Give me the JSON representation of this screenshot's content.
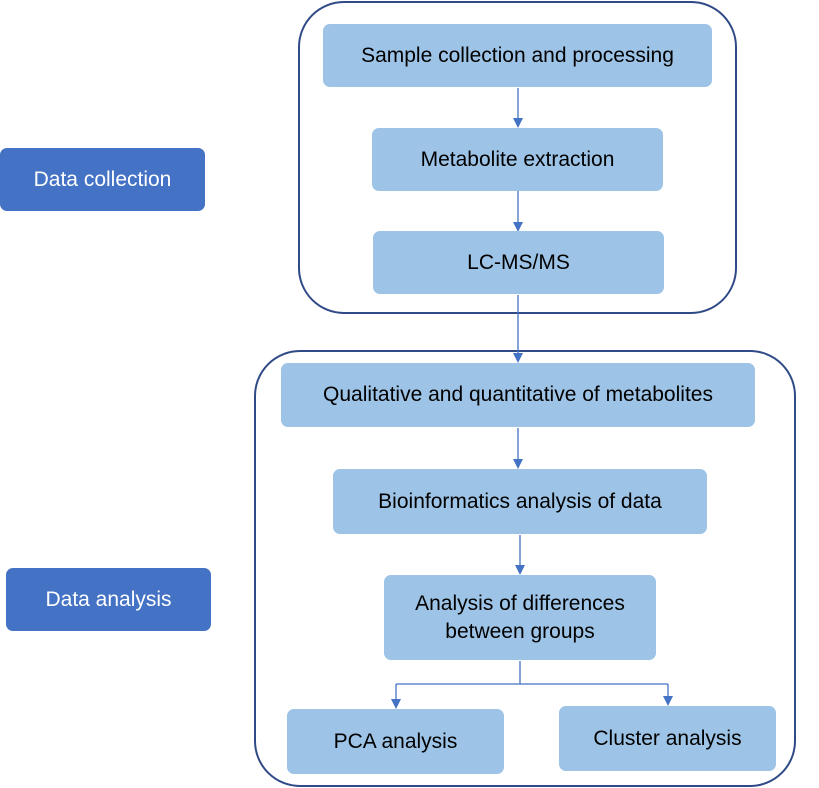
{
  "stages": {
    "collection": "Data collection",
    "analysis": "Data analysis"
  },
  "steps": {
    "sample": "Sample collection and processing",
    "extraction": "Metabolite extraction",
    "lcms": "LC-MS/MS",
    "qualitative": "Qualitative and quantitative of metabolites",
    "bioinformatics": "Bioinformatics analysis of data",
    "differences_line1": "Analysis of differences",
    "differences_line2": "between groups",
    "pca": "PCA analysis",
    "cluster": "Cluster analysis"
  },
  "colors": {
    "stage_fill": "#4472c4",
    "step_fill": "#9dc3e6",
    "frame_stroke": "#2f4a86",
    "arrow": "#4472c4"
  }
}
